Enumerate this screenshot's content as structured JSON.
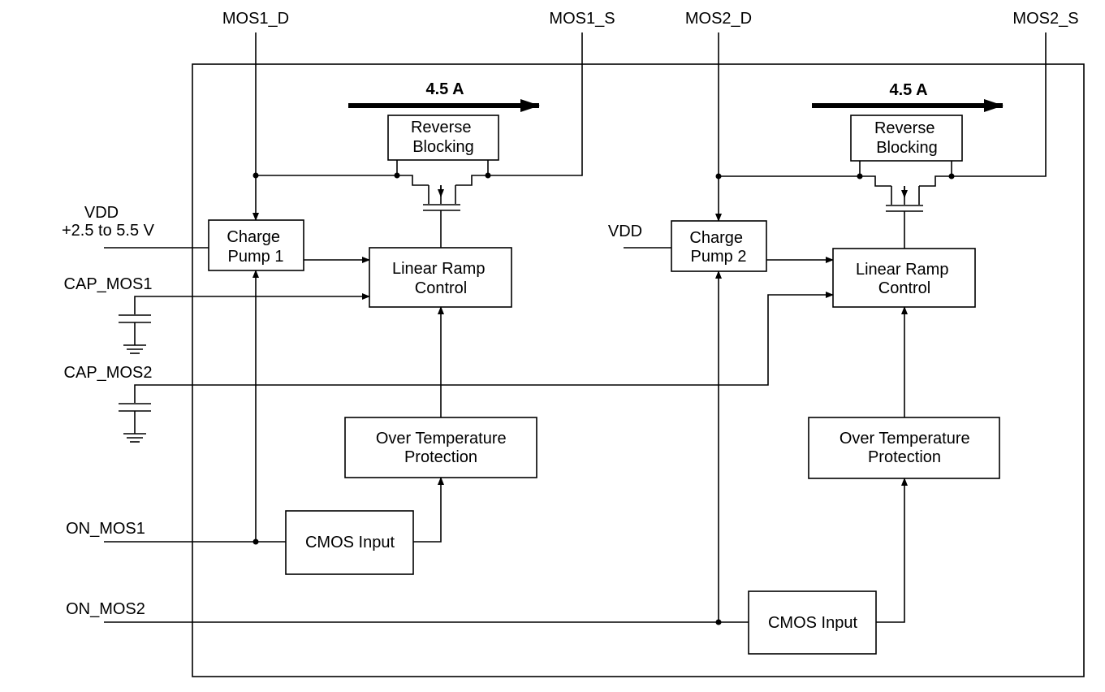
{
  "pins": {
    "mos1_d": "MOS1_D",
    "mos1_s": "MOS1_S",
    "mos2_d": "MOS2_D",
    "mos2_s": "MOS2_S",
    "vdd1": "VDD",
    "vdd1_range": "+2.5 to 5.5 V",
    "vdd2": "VDD",
    "cap_mos1": "CAP_MOS1",
    "cap_mos2": "CAP_MOS2",
    "on_mos1": "ON_MOS1",
    "on_mos2": "ON_MOS2"
  },
  "channel1": {
    "current": "4.5 A",
    "reverse_blocking": [
      "Reverse",
      "Blocking"
    ],
    "charge_pump": [
      "Charge",
      "Pump 1"
    ],
    "linear_ramp": [
      "Linear Ramp",
      "Control"
    ],
    "over_temp": [
      "Over Temperature",
      "Protection"
    ],
    "cmos_input": "CMOS Input"
  },
  "channel2": {
    "current": "4.5 A",
    "reverse_blocking": [
      "Reverse",
      "Blocking"
    ],
    "charge_pump": [
      "Charge",
      "Pump 2"
    ],
    "linear_ramp": [
      "Linear Ramp",
      "Control"
    ],
    "over_temp": [
      "Over Temperature",
      "Protection"
    ],
    "cmos_input": "CMOS Input"
  }
}
